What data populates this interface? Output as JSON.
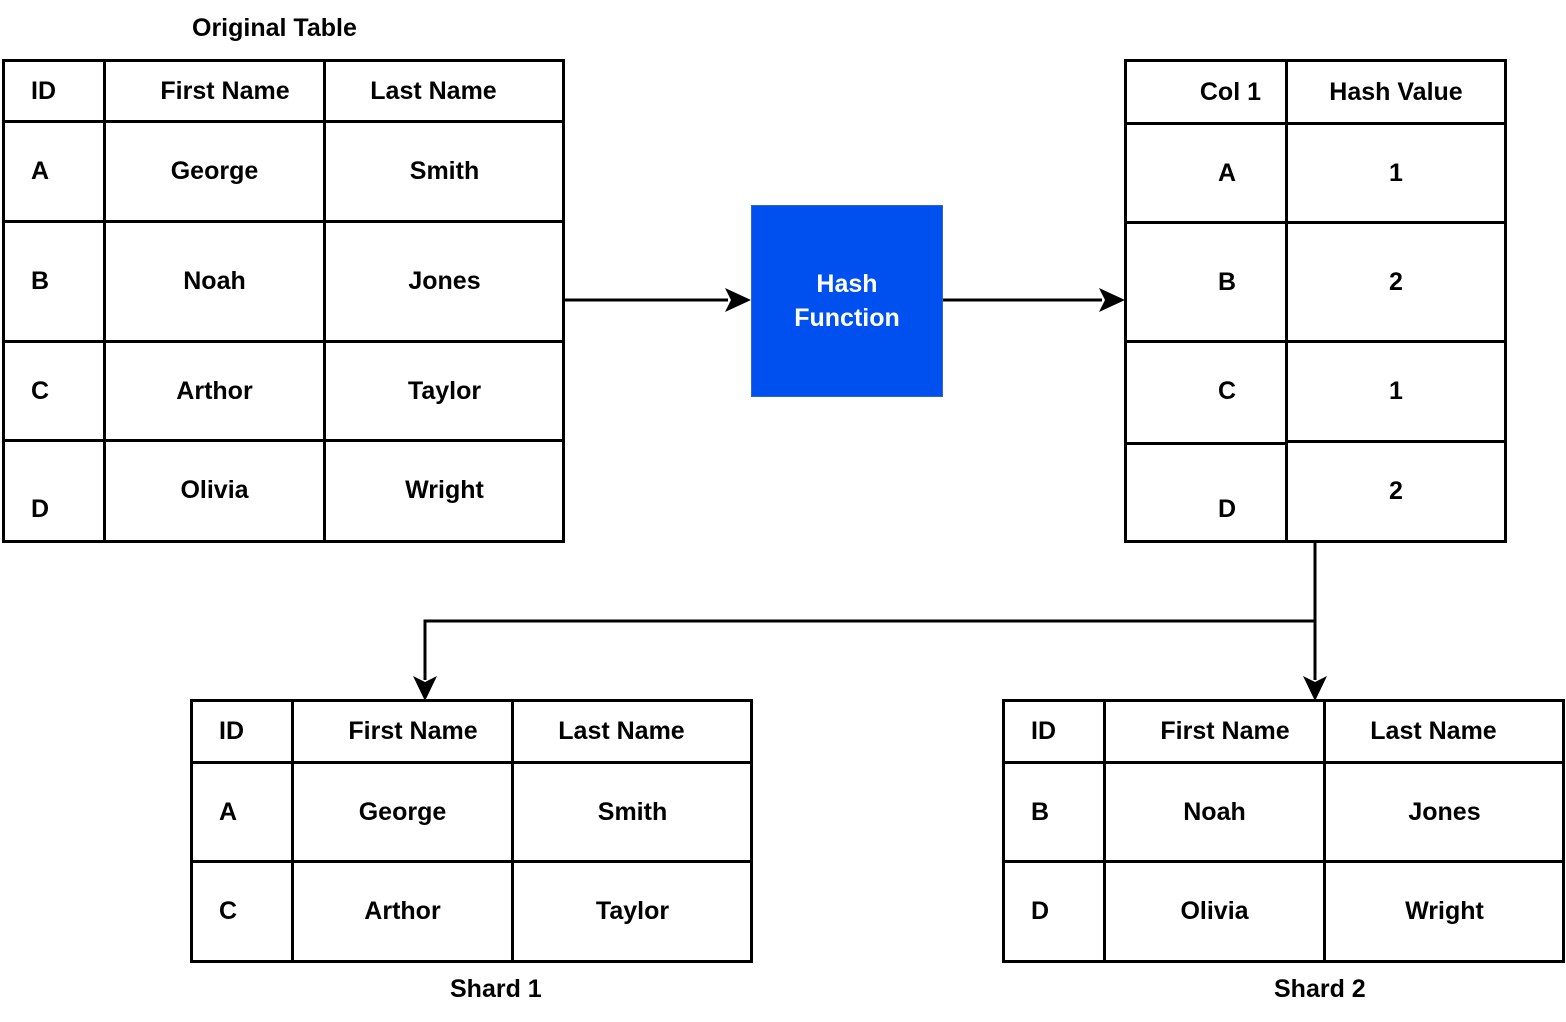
{
  "original": {
    "caption": "Original Table",
    "headers": [
      "ID",
      "First Name",
      "Last Name"
    ],
    "rows": [
      [
        "A",
        "George",
        "Smith"
      ],
      [
        "B",
        "Noah",
        "Jones"
      ],
      [
        "C",
        "Arthor",
        "Taylor"
      ],
      [
        "D",
        "Olivia",
        "Wright"
      ]
    ]
  },
  "hash_function": {
    "line1": "Hash",
    "line2": "Function",
    "fill_color": "#0050ef"
  },
  "hash_table": {
    "headers": [
      "Col 1",
      "Hash Value"
    ],
    "rows": [
      [
        "A",
        "1"
      ],
      [
        "B",
        "2"
      ],
      [
        "C",
        "1"
      ],
      [
        "D",
        "2"
      ]
    ]
  },
  "shard1": {
    "caption": "Shard 1",
    "headers": [
      "ID",
      "First Name",
      "Last Name"
    ],
    "rows": [
      [
        "A",
        "George",
        "Smith"
      ],
      [
        "C",
        "Arthor",
        "Taylor"
      ]
    ]
  },
  "shard2": {
    "caption": "Shard 2",
    "headers": [
      "ID",
      "First Name",
      "Last Name"
    ],
    "rows": [
      [
        "B",
        "Noah",
        "Jones"
      ],
      [
        "D",
        "Olivia",
        "Wright"
      ]
    ]
  }
}
